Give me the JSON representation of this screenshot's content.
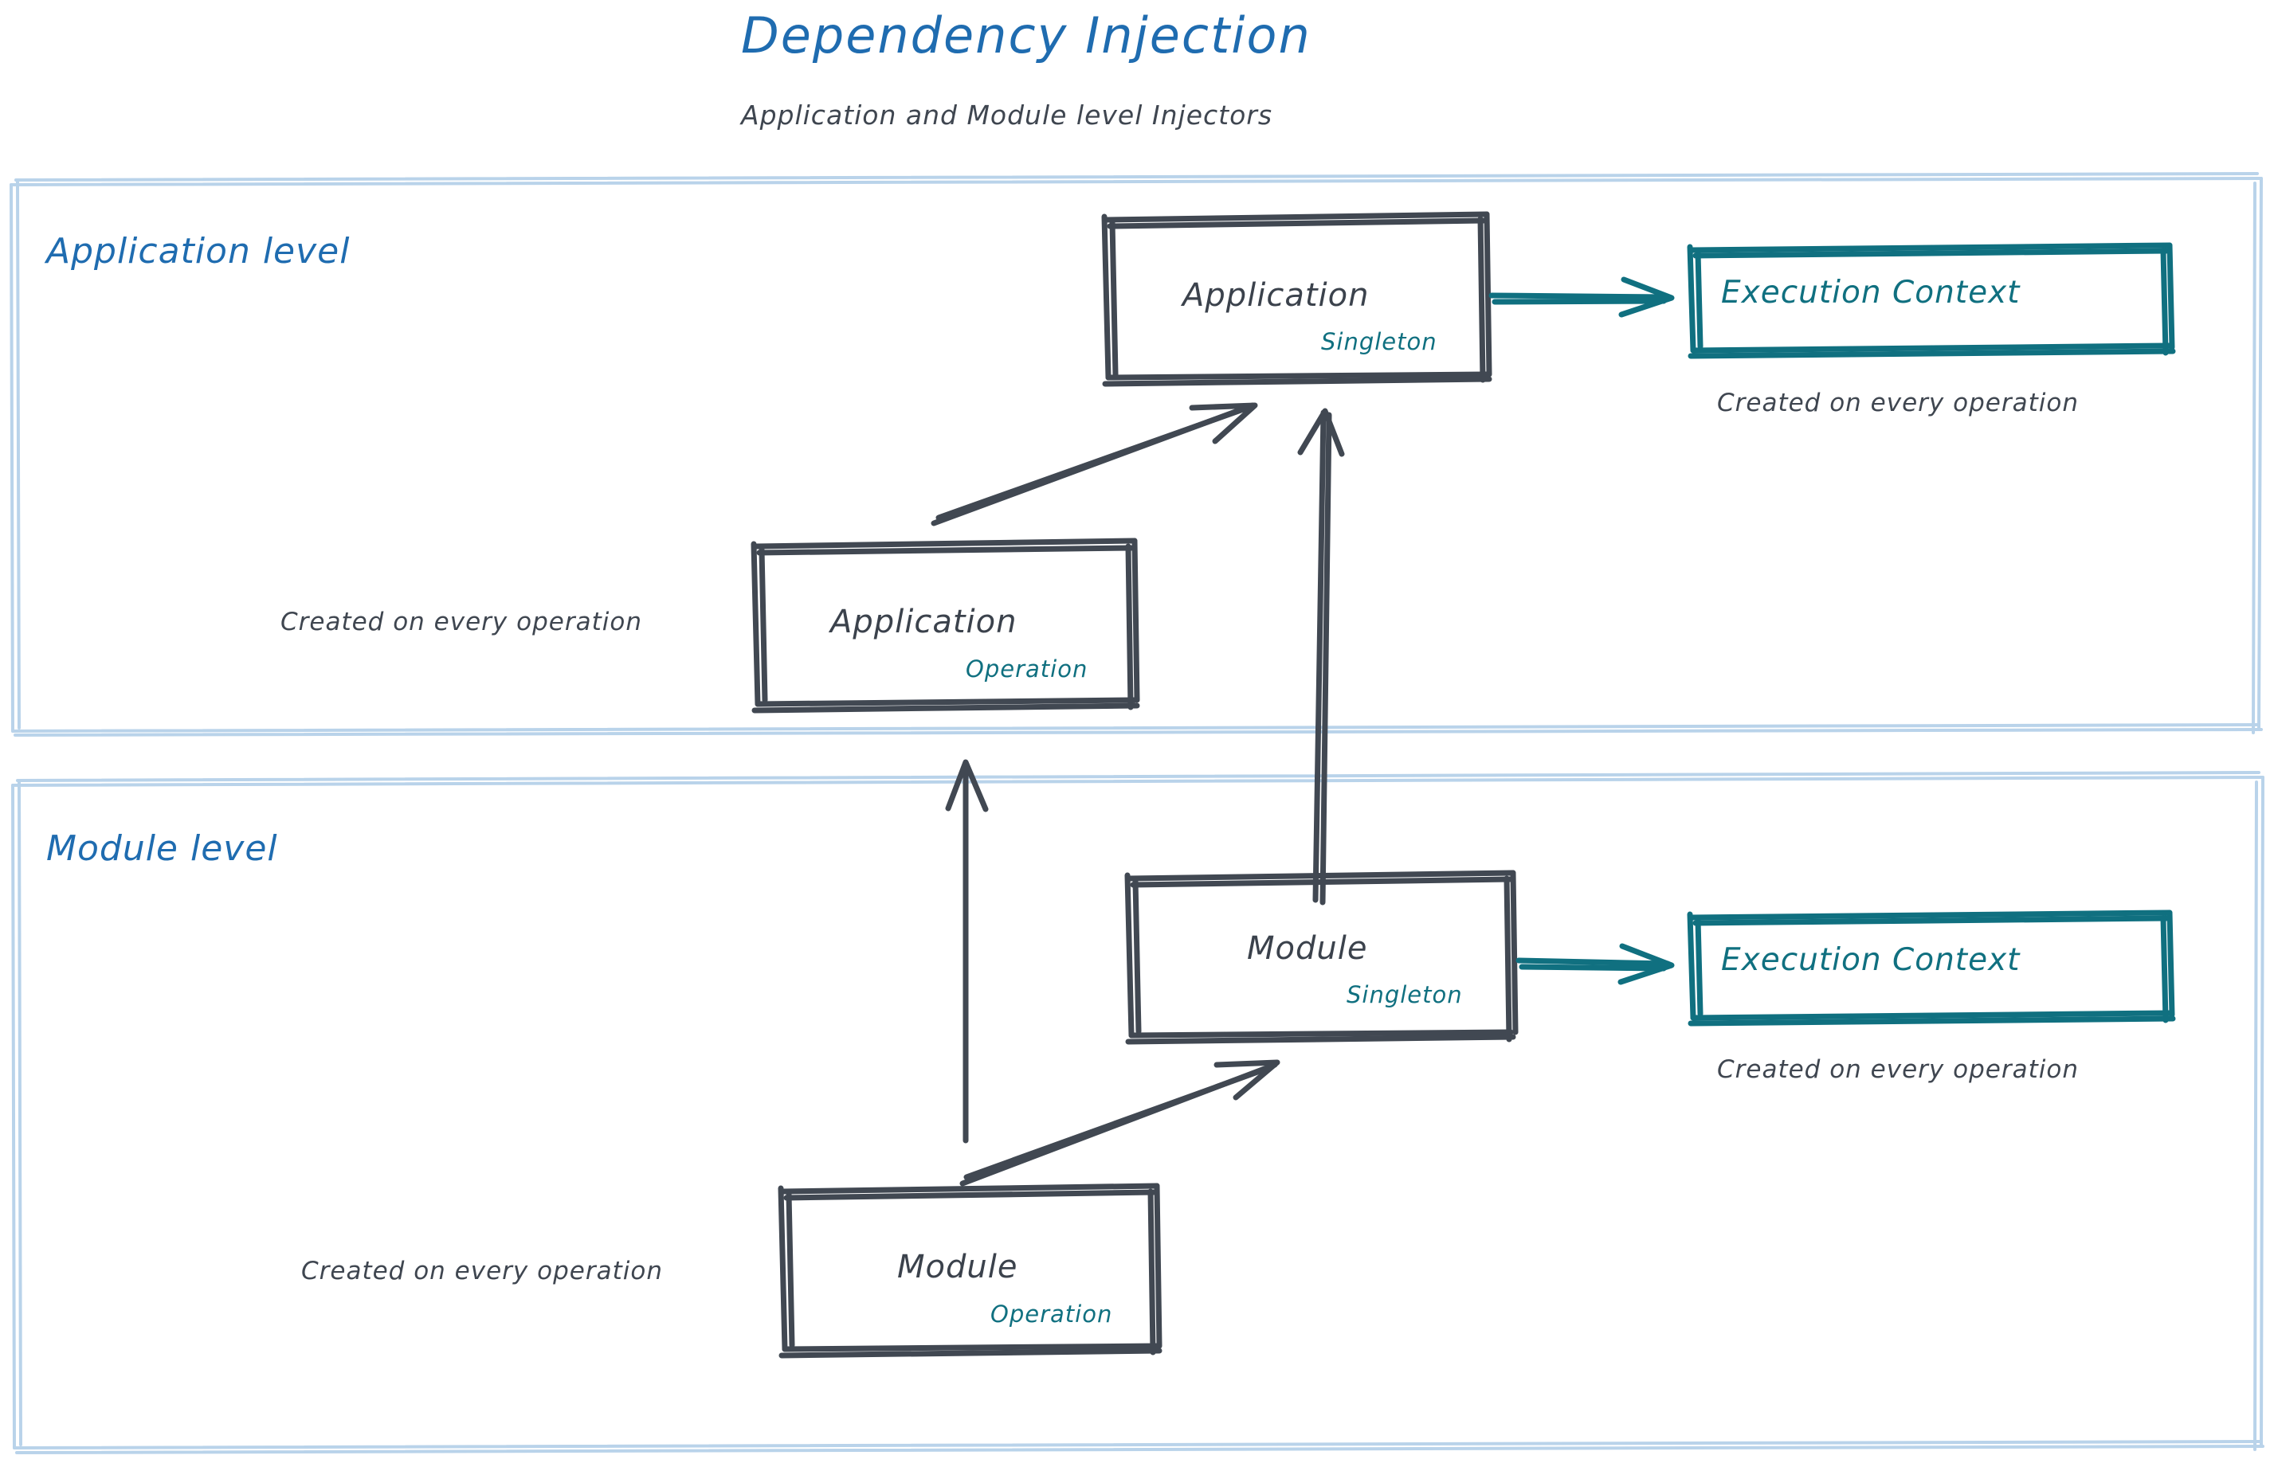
{
  "header": {
    "title": "Dependency Injection",
    "subtitle": "Application and Module level Injectors",
    "title_color": "#1f6cb0",
    "subtitle_color": "#3f4650"
  },
  "colors": {
    "zone_border": "#b9d3ea",
    "zone_label": "#1f6cb0",
    "box_stroke": "#414852",
    "box_text": "#3b424c",
    "accent_teal": "#107080",
    "note_text": "#3f4650",
    "background": "#ffffff"
  },
  "zones": [
    {
      "id": "application-level",
      "label": "Application level"
    },
    {
      "id": "module-level",
      "label": "Module level"
    }
  ],
  "nodes": {
    "app_singleton": {
      "title": "Application",
      "scope": "Singleton"
    },
    "app_operation": {
      "title": "Application",
      "scope": "Operation"
    },
    "module_singleton": {
      "title": "Module",
      "scope": "Singleton"
    },
    "module_operation": {
      "title": "Module",
      "scope": "Operation"
    },
    "exec_context_app": {
      "title": "Execution Context"
    },
    "exec_context_module": {
      "title": "Execution Context"
    }
  },
  "notes": {
    "app_exec_context": "Created on every operation",
    "app_operation": "Created on every operation",
    "module_exec_context": "Created on every operation",
    "module_operation": "Created on every operation"
  }
}
